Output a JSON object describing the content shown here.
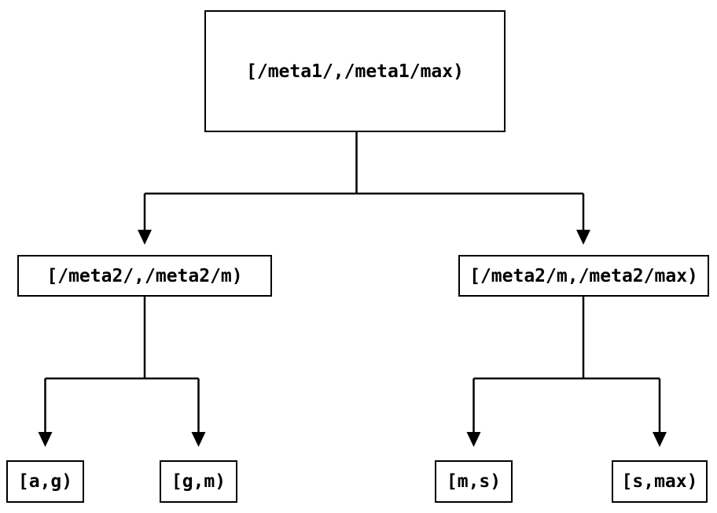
{
  "diagram": {
    "colors": {
      "background": "#ffffff",
      "line": "#000000",
      "text": "#000000"
    },
    "nodes": {
      "root": {
        "label": "[/meta1/,/meta1/max)"
      },
      "mid_left": {
        "label": "[/meta2/,/meta2/m)"
      },
      "mid_right": {
        "label": "[/meta2/m,/meta2/max)"
      },
      "leaf_ag": {
        "label": "[a,g)"
      },
      "leaf_gm": {
        "label": "[g,m)"
      },
      "leaf_ms": {
        "label": "[m,s)"
      },
      "leaf_smax": {
        "label": "[s,max)"
      }
    }
  }
}
